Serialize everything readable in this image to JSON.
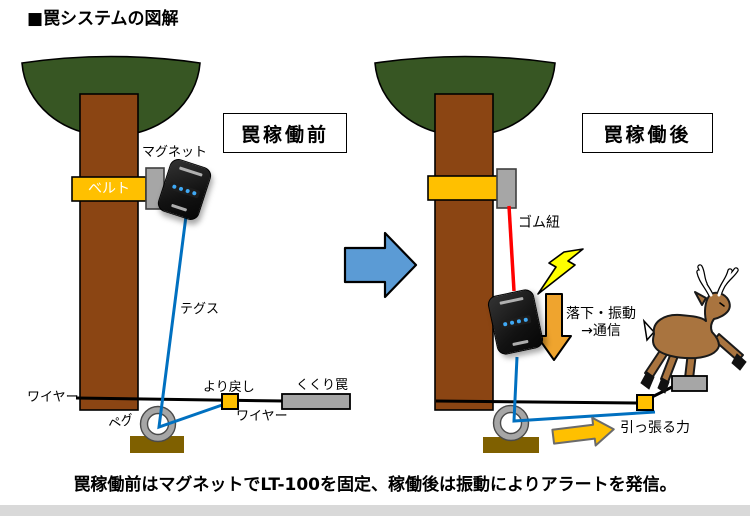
{
  "title": "■罠システムの図解",
  "caption": "罠稼働前はマグネットでLT-100を固定、稼働後は振動によりアラートを発信。",
  "before": {
    "state_label": "罠稼働前",
    "magnet_label": "マグネット",
    "belt_label": "ベルト",
    "line_label": "テグス",
    "wire_label_left": "ワイヤー",
    "wire_label_mid": "ワイヤー",
    "peg_label": "ペグ",
    "swivel_label": "より戻し",
    "snare_label": "くくり罠"
  },
  "after": {
    "state_label": "罠稼働後",
    "rubber_cord_label": "ゴム紐",
    "fall_label_line1": "落下・振動",
    "fall_label_line2": "→通信",
    "pull_label": "引っ張る力"
  },
  "colors": {
    "canopy": "#375623",
    "trunk": "#8B4513",
    "belt": "#FFC000",
    "magnet": "#A6A6A6",
    "snare": "#A6A6A6",
    "ring": "#A6A6A6",
    "peg": "#7F6000",
    "swivel": "#FFC000",
    "line-blue": "#0070C0",
    "line-red": "#FF0000",
    "transition-arrow": "#5B9BD5",
    "fall-arrow": "#EFA42E",
    "pull-arrow": "#FFC000",
    "lightning": "#FFFF00",
    "deer": "#A9743F",
    "led": "#3FA9F5"
  }
}
